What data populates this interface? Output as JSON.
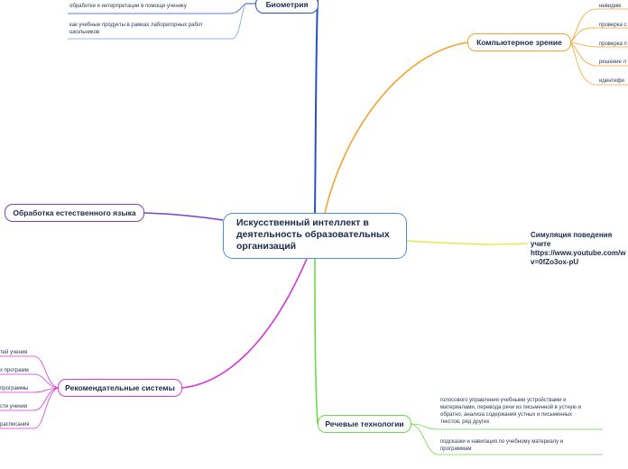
{
  "center": {
    "line1": "Искусственный интеллект в",
    "line2": "деятельность образовательных",
    "line3": "организаций"
  },
  "branches": {
    "biometry": {
      "label": "Биометрия",
      "color": "#2a50c8",
      "leaves": [
        "обработки и интерпретации в помощи ученику",
        "как учебные продукты в рамках лабораторных работ",
        "школьников"
      ]
    },
    "vision": {
      "label": "Компьютерное зрение",
      "color": "#f2a532",
      "leaves": [
        "невидим",
        "проверка с",
        "проверка п",
        "решение л",
        "идентифи"
      ]
    },
    "nlp": {
      "label": "Обработка естественного языка",
      "color": "#7a3fc9"
    },
    "simulation": {
      "label_line1": "Симуляция поведения учите",
      "label_line2": "https://www.youtube.com/w",
      "label_line3": "v=0fZo3ox-pU",
      "color": "#e8e84a"
    },
    "recommend": {
      "label": "Рекомендательные системы",
      "color": "#d63bd6",
      "leaves": [
        "тей учения",
        "х программ",
        "программы",
        "сти учения",
        "расписания"
      ]
    },
    "speech": {
      "label": "Речевые технологии",
      "color": "#6fd94c",
      "leaves": [
        "голосового управления учебными устройствами и",
        "материалами, перевода речи из письменной в устную и",
        "обратно, анализа содержания устных и письменных",
        "текстов, ряд других",
        "подсказки и навигация по учебному материалу и",
        "программам"
      ]
    }
  }
}
